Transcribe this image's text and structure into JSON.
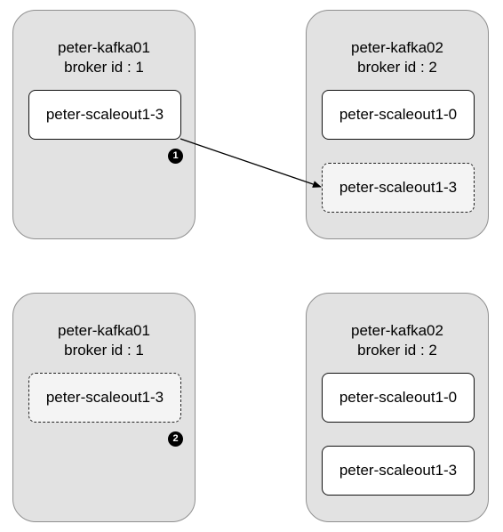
{
  "top": {
    "left_broker": {
      "name": "peter-kafka01",
      "id_label": "broker id : 1",
      "partitions": [
        "peter-scaleout1-3"
      ],
      "step": "1"
    },
    "right_broker": {
      "name": "peter-kafka02",
      "id_label": "broker id : 2",
      "partitions": [
        "peter-scaleout1-0",
        "peter-scaleout1-3"
      ]
    }
  },
  "bottom": {
    "left_broker": {
      "name": "peter-kafka01",
      "id_label": "broker id : 1",
      "partitions": [
        "peter-scaleout1-3"
      ],
      "step": "2"
    },
    "right_broker": {
      "name": "peter-kafka02",
      "id_label": "broker id : 2",
      "partitions": [
        "peter-scaleout1-0",
        "peter-scaleout1-3"
      ]
    }
  }
}
